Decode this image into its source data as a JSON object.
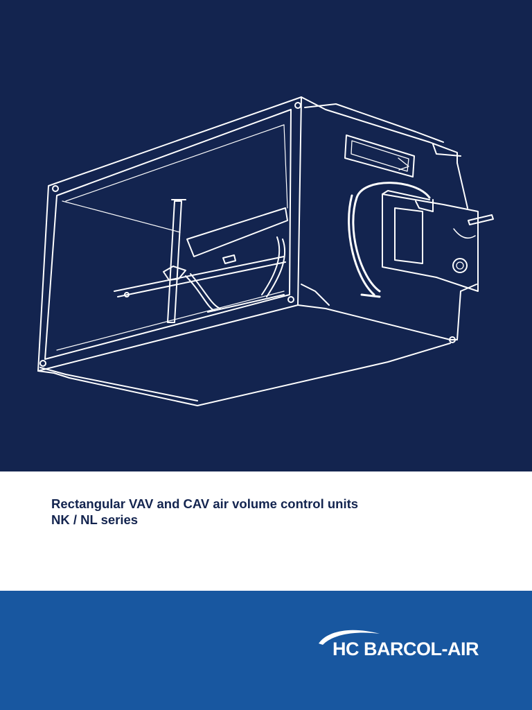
{
  "cover": {
    "illustration": "rectangular-vav-unit-line-drawing",
    "colors": {
      "navy": "#13244f",
      "blue": "#1857a0",
      "white": "#ffffff"
    }
  },
  "title": {
    "line1": "Rectangular VAV and CAV air volume control units",
    "line2": "NK / NL series"
  },
  "brand": {
    "logo_text": "HC BARCOL-AIR"
  }
}
